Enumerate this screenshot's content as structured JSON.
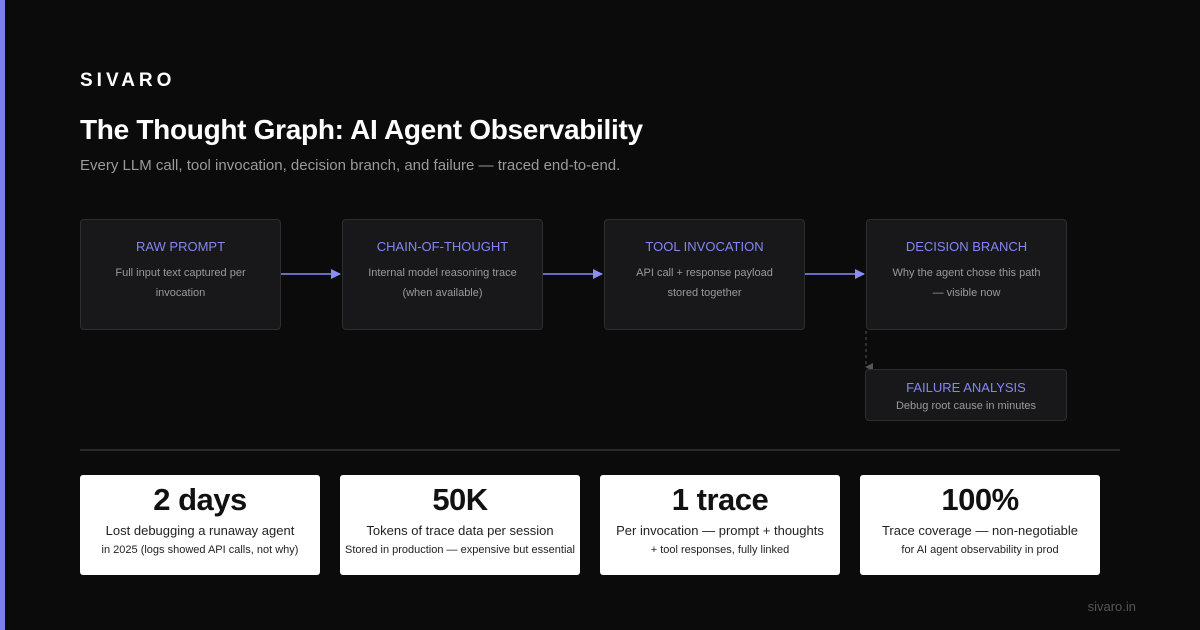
{
  "brand": "SIVARO",
  "title": "The Thought Graph: AI Agent Observability",
  "subtitle": "Every LLM call, tool invocation, decision branch, and failure — traced end-to-end.",
  "colors": {
    "accent": "#7b7ff0",
    "node_title": "#8387f2",
    "background": "#0b0b0b",
    "card": "#ffffff"
  },
  "flow": [
    {
      "title": "RAW PROMPT",
      "desc": "Full input text captured per invocation"
    },
    {
      "title": "CHAIN-OF-THOUGHT",
      "desc": "Internal model reasoning trace (when available)"
    },
    {
      "title": "TOOL INVOCATION",
      "desc": "API call + response payload stored together"
    },
    {
      "title": "DECISION BRANCH",
      "desc": "Why the agent chose this path — visible now"
    }
  ],
  "failure": {
    "title": "FAILURE ANALYSIS",
    "desc": "Debug root cause in minutes"
  },
  "stats": [
    {
      "value": "2 days",
      "label": "Lost debugging a runaway agent",
      "sub": "in 2025 (logs showed API calls, not why)"
    },
    {
      "value": "50K",
      "label": "Tokens of trace data per session",
      "sub": "Stored in production — expensive but essential"
    },
    {
      "value": "1 trace",
      "label": "Per invocation — prompt + thoughts",
      "sub": "+ tool responses, fully linked"
    },
    {
      "value": "100%",
      "label": "Trace coverage — non-negotiable",
      "sub": "for AI agent observability in prod"
    }
  ],
  "footer": "sivaro.in"
}
